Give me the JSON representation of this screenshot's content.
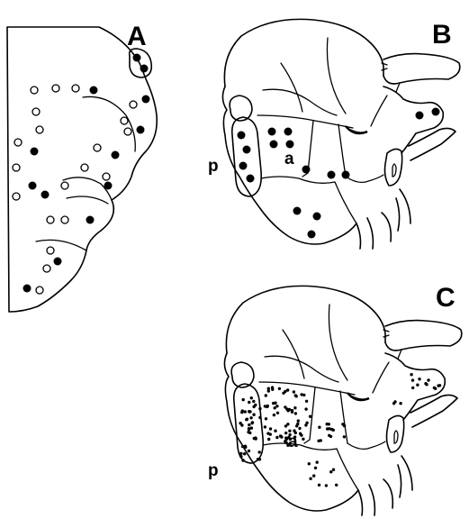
{
  "panels": {
    "a": {
      "letter": "A"
    },
    "b": {
      "letter": "B",
      "label_p": "p",
      "label_a": "a"
    },
    "c": {
      "letter": "C",
      "label_p": "p",
      "label_a": "a"
    }
  }
}
